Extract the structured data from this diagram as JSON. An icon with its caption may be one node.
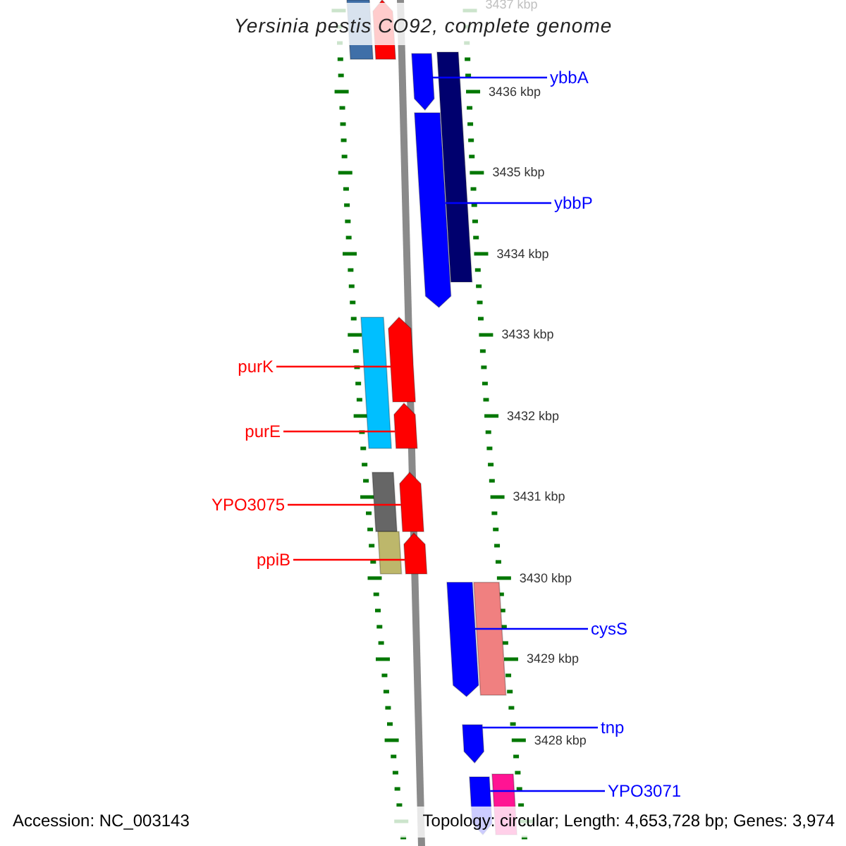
{
  "diagram": {
    "title": "Yersinia pestis CO92, complete genome",
    "nodes": [
      {
        "text": [],
        "shape": "bar"
      },
      {
        "text": [],
        "shape": "pentagon"
      },
      {
        "text": [],
        "shape": "pentagon"
      },
      {
        "text": [],
        "shape": "pentagon"
      },
      {
        "text": [],
        "shape": "bar"
      },
      {
        "text": [],
        "shape": "bar"
      },
      {
        "text": [],
        "shape": "pentagon"
      },
      {
        "text": [],
        "shape": "pentagon"
      },
      {
        "text": [],
        "shape": "bar"
      },
      {
        "text": [],
        "shape": "pentagon"
      },
      {
        "text": [],
        "shape": "bar"
      },
      {
        "text": [],
        "shape": "pentagon"
      },
      {
        "text": [],
        "shape": "pentagon"
      },
      {
        "text": [],
        "shape": "bar"
      },
      {
        "text": [],
        "shape": "pentagon"
      },
      {
        "text": [],
        "shape": "pentagon"
      },
      {
        "text": [],
        "shape": "bar"
      },
      {
        "text": [
          "ybbA"
        ]
      },
      {
        "text": [
          "ybbP"
        ]
      },
      {
        "text": [
          "purK"
        ]
      },
      {
        "text": [
          "purE"
        ]
      },
      {
        "text": [
          "YPO3075"
        ]
      },
      {
        "text": [
          "ppiB"
        ]
      },
      {
        "text": [
          "cysS"
        ]
      },
      {
        "text": [
          "tnp"
        ]
      },
      {
        "text": [
          "YPO3071"
        ]
      }
    ],
    "edges": [
      {
        "from": 17,
        "to": 2,
        "arrow": "none",
        "color": "#0000ff"
      },
      {
        "from": 18,
        "to": 3,
        "arrow": "none",
        "color": "#0000ff"
      },
      {
        "from": 19,
        "to": 6,
        "arrow": "none",
        "color": "#ff0000"
      },
      {
        "from": 20,
        "to": 7,
        "arrow": "none",
        "color": "#ff0000"
      },
      {
        "from": 21,
        "to": 9,
        "arrow": "none",
        "color": "#ff0000"
      },
      {
        "from": 22,
        "to": 11,
        "arrow": "none",
        "color": "#ff0000"
      },
      {
        "from": 23,
        "to": 12,
        "arrow": "none",
        "color": "#0000ff"
      },
      {
        "from": 24,
        "to": 14,
        "arrow": "none",
        "color": "#0000ff"
      },
      {
        "from": 25,
        "to": 15,
        "arrow": "none",
        "color": "#0000ff"
      }
    ],
    "labels": [
      "3437 kbp",
      "3436 kbp",
      "3435 kbp",
      "3434 kbp",
      "3433 kbp",
      "3432 kbp",
      "3431 kbp",
      "3430 kbp",
      "3429 kbp",
      "3428 kbp",
      "Accession: NC_003143",
      "Topology: circular; Length: 4,653,728 bp; Genes: 3,974"
    ]
  }
}
